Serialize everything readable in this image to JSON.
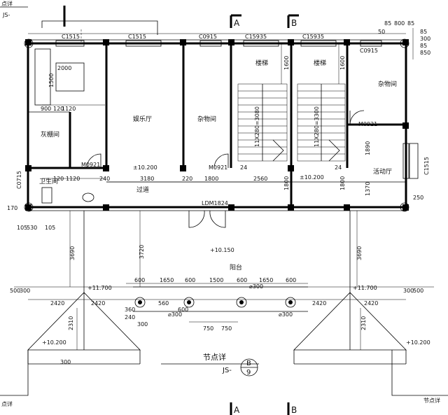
{
  "corner_labels": {
    "top_left": "JS-",
    "top_left_cut": "点详",
    "bottom_left": "点详",
    "bottom_right": "节点详"
  },
  "section_marks": {
    "a": "A",
    "b": "B"
  },
  "windows": {
    "c1515_a": "C1515",
    "c1515_b": "C1515",
    "c0915_a": "C0915",
    "c15935_a": "C15935",
    "c15935_b": "C15935",
    "c0915_b": "C0915",
    "c1515_side": "C1515",
    "c0715": "C0715"
  },
  "doors": {
    "m0921_a": "M0921",
    "m0921_b": "M0921",
    "m0921_c": "M0921",
    "ldm1824": "LDM1824"
  },
  "rooms": {
    "entertainment": "娱乐厅",
    "storage_a": "杂物间",
    "stairs_a": "楼梯",
    "stairs_b": "楼梯",
    "storage_b": "杂物间",
    "ash_room": "灰棚间",
    "bathroom": "卫生间",
    "activity": "活动厅",
    "corridor": "过道",
    "balcony": "阳台"
  },
  "stair_notes": {
    "flight_a": "11X280=3080",
    "flight_b": "11X280=3300",
    "riser_a": "24",
    "riser_b": "24"
  },
  "elevations": {
    "e1": "±10.200",
    "e2": "±10.200",
    "e3": "+10.150",
    "e4": "+11.700",
    "e5": "+11.700",
    "e6": "+10.200",
    "e7": "+10.200"
  },
  "dimensions": {
    "top_85": "85",
    "top_800": "800",
    "top_85b": "85",
    "r_85a": "85",
    "r_300": "300",
    "r_85b": "85",
    "r_850": "850",
    "d900": "900",
    "d120a": "120",
    "d1120": "1120",
    "d2000": "2000",
    "d1500": "1500",
    "d120b": "120",
    "d1120b": "1120",
    "d240": "240",
    "d3180": "3180",
    "d220": "220",
    "d1800": "1800",
    "d2560": "2560",
    "d1600a": "1600",
    "d1600b": "1600",
    "d1800v": "1800",
    "d1800w": "1800",
    "d1890": "1890",
    "d1370": "1370",
    "d3720": "3720",
    "d3690a": "3690",
    "d3690b": "3690",
    "d600a": "600",
    "d1650a": "1650",
    "d600b": "600",
    "d600c": "600",
    "d1650b": "1650",
    "d600d": "600",
    "d2420a": "2420",
    "d2420b": "2420",
    "d2420c": "2420",
    "d2420d": "2420",
    "d2310a": "2310",
    "d2310b": "2310",
    "d500a": "500",
    "d300a": "300",
    "d500b": "500",
    "d300b": "300",
    "d750a": "750",
    "d750b": "750",
    "d360": "360",
    "d240b": "240",
    "d300c": "300",
    "d600e": "600",
    "d560": "560",
    "d300d": "300",
    "d530": "530",
    "d105a": "105",
    "d105b": "105",
    "d170": "170",
    "d250": "250",
    "d50": "50",
    "phi300a": "⌀300",
    "phi300b": "⌀300",
    "phi300c": "⌀300"
  },
  "detail_callout": {
    "label": "节点详",
    "prefix": "JS-",
    "top": "B",
    "bottom": "9"
  }
}
